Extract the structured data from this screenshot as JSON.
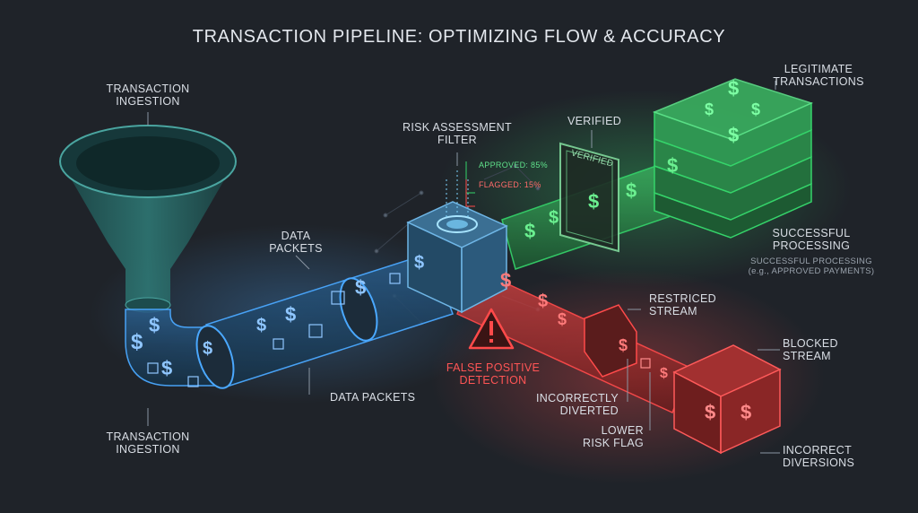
{
  "title": "TRANSACTION PIPELINE: OPTIMIZING FLOW & ACCURACY",
  "colors": {
    "background": "#1f2329",
    "ingest_blue": "#4aa8ff",
    "funnel_teal": "#3fa3a0",
    "approved_green": "#35d46a",
    "flagged_red": "#ff4a4a",
    "label_text": "#d9dee5"
  },
  "labels": {
    "ingestion_top": "TRANSACTION\nINGESTION",
    "ingestion_bottom": "TRANSACTION\nINGESTION",
    "data_packets_top": "DATA\nPACKETS",
    "data_packets_bottom": "DATA PACKETS",
    "risk_filter": "RISK ASSESSMENT\nFILTER",
    "approved_pct": "APPROVED: 85%",
    "flagged_pct": "FLAGGED: 15%",
    "verified": "VERIFIED",
    "verified_gate": "VERIFIED",
    "legitimate": "LEGITIMATE\nTRANSACTIONS",
    "successful": "SUCCESSFUL\nPROCESSING",
    "successful_sub": "SUCCESSFUL PROCESSING\n(e.g., APPROVED PAYMENTS)",
    "false_positive": "FALSE POSITIVE\nDETECTION",
    "restricted": "RESTRICED\nSTREAM",
    "incorrectly_diverted": "INCORRECTLY\nDIVERTED",
    "lower_risk": "LOWER\nRISK FLAG",
    "blocked": "BLOCKED\nSTREAM",
    "incorrect_diversions": "INCORRECT\nDIVERSIONS"
  },
  "icons": {
    "funnel": "funnel-icon",
    "filter_cube": "cube-filter-icon",
    "warning": "warning-triangle-icon",
    "currency": "dollar-sign-icon",
    "packet": "packet-cube-icon",
    "green_stack": "stacked-box-icon",
    "red_box": "blocked-box-icon"
  }
}
